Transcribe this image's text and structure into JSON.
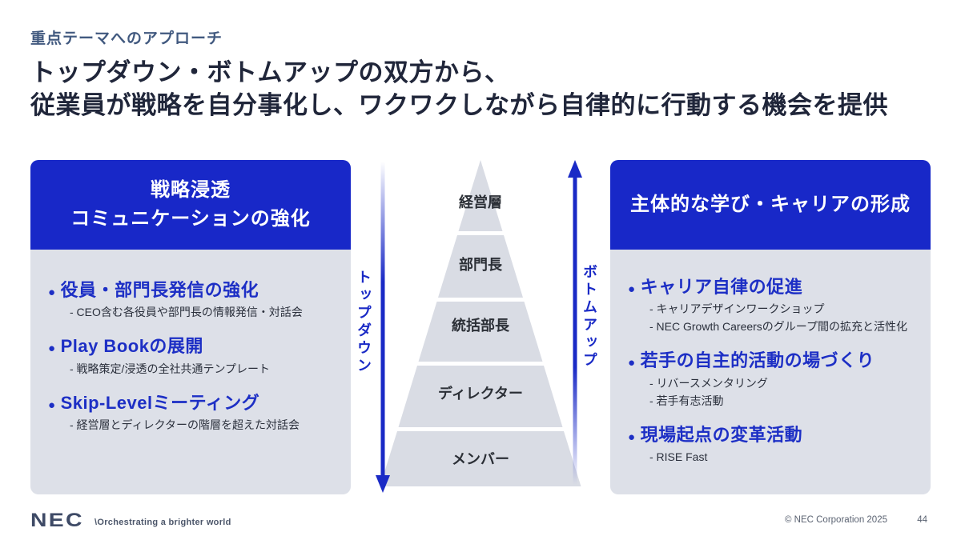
{
  "slide": {
    "eyebrow": "重点テーマへのアプローチ",
    "title_line1": "トップダウン・ボトムアップの双方から、",
    "title_line2": "従業員が戦略を自分事化し、ワクワクしながら自律的に行動する機会を提供"
  },
  "left_card": {
    "header_line1": "戦略浸透",
    "header_line2": "コミュニケーションの強化",
    "items": [
      {
        "heading": "役員・部門長発信の強化",
        "subs": [
          "- CEO含む各役員や部門長の情報発信・対話会"
        ]
      },
      {
        "heading": "Play Bookの展開",
        "subs": [
          "- 戦略策定/浸透の全社共通テンプレート"
        ]
      },
      {
        "heading": "Skip-Levelミーティング",
        "subs": [
          "- 経営層とディレクターの階層を超えた対話会"
        ]
      }
    ]
  },
  "right_card": {
    "header": "主体的な学び・キャリアの形成",
    "items": [
      {
        "heading": "キャリア自律の促進",
        "subs": [
          "- キャリアデザインワークショップ",
          "- NEC Growth Careersのグループ間の拡充と活性化"
        ]
      },
      {
        "heading": "若手の自主的活動の場づくり",
        "subs": [
          "- リバースメンタリング",
          "- 若手有志活動"
        ]
      },
      {
        "heading": "現場起点の変革活動",
        "subs": [
          "- RISE Fast"
        ]
      }
    ]
  },
  "pyramid": {
    "levels": [
      "経営層",
      "部門長",
      "統括部長",
      "ディレクター",
      "メンバー"
    ],
    "left_arrow_label": "トップダウン",
    "right_arrow_label": "ボトムアップ"
  },
  "footer": {
    "logo_text": "NEC",
    "tagline": "\\Orchestrating a brighter world",
    "copyright": "© NEC Corporation 2025",
    "page_number": "44"
  },
  "colors": {
    "brand_blue": "#1828c8",
    "accent_text_blue": "#1d2fc5",
    "panel_bg": "#dde0e8",
    "pyramid_gray": "#d9dce4",
    "arrow_blue": "#1a2ac6",
    "title_text": "#20263a",
    "eyebrow_text": "#41597f"
  }
}
